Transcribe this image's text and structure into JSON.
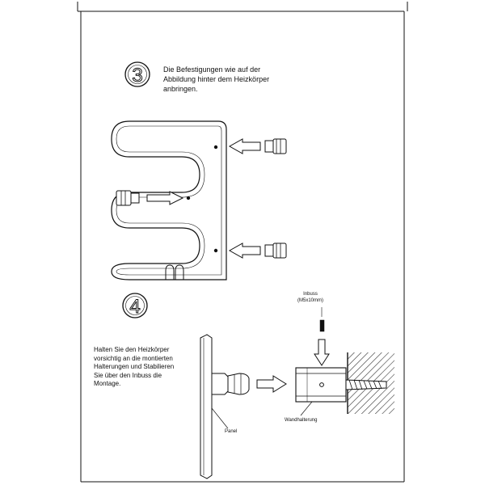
{
  "steps": [
    {
      "number": "3",
      "instruction_lines": [
        "Die Befestigungen wie auf der",
        "Abbildung hinter dem Heizkörper",
        "anbringen."
      ]
    },
    {
      "number": "4",
      "instruction_lines": [
        "Halten Sie den Heizkörper",
        "vorsichtig an die montierten",
        "Halterungen und Stabilieren",
        "Sie über den Inbuss die",
        "Montage."
      ]
    }
  ],
  "labels": {
    "inbuss_title": "Inbuss",
    "inbuss_spec": "(M5x10mm)",
    "panel": "Panel",
    "wandhalterung": "Wandhalterung"
  }
}
